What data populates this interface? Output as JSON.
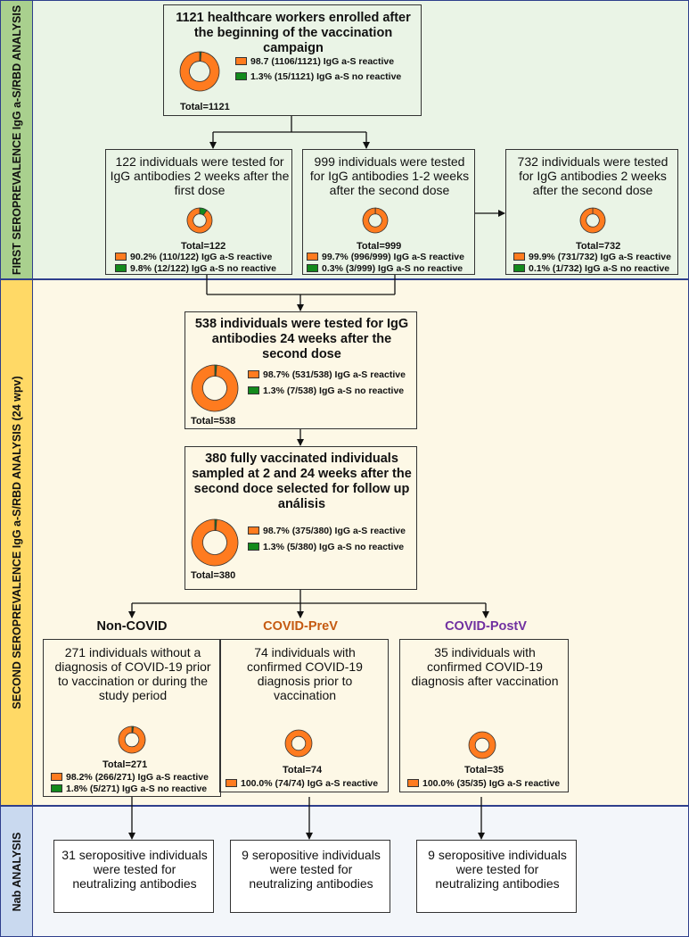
{
  "colors": {
    "reactive": "#ff7b1f",
    "no_reactive": "#138a1c",
    "band1": "#eaf4e6",
    "band2": "#fdf8e6",
    "band3": "#f3f6fa",
    "side1": "#a9d08e",
    "side2": "#ffd966",
    "side3": "#c9d9ef",
    "border": "#2f3f8c",
    "covid_prev": "#c55a11",
    "covid_postv": "#7030a0"
  },
  "sections": {
    "first": "FIRST SEROPREVALENCE IgG a-S/RBD ANALYSIS",
    "second": "SECOND SEROPREVALENCE IgG a-S/RBD ANALYSIS (24 wpv)",
    "nab": "Nab ANALYSIS"
  },
  "top": {
    "title": "1121 healthcare workers enrolled after the beginning of the vaccination campaign",
    "reactive_fraction": 0.987,
    "legend_reactive": "98.7 (1106/1121) IgG a-S reactive",
    "legend_no": "1.3%  (15/1121) IgG a-S no reactive",
    "total": "Total=1121"
  },
  "row1": [
    {
      "title": "122 individuals were tested for IgG antibodies 2 weeks after the first dose",
      "reactive_fraction": 0.902,
      "total": "Total=122",
      "legend_reactive": "90.2% (110/122) IgG a-S reactive",
      "legend_no": "9.8% (12/122) IgG a-S no reactive"
    },
    {
      "title": "999 individuals were tested for IgG antibodies 1-2 weeks after the second dose",
      "reactive_fraction": 0.997,
      "total": "Total=999",
      "legend_reactive": "99.7% (996/999) IgG a-S reactive",
      "legend_no": "0.3%  (3/999) IgG a-S no reactive"
    },
    {
      "title": "732 individuals were tested for IgG antibodies 2 weeks after the second dose",
      "reactive_fraction": 0.999,
      "total": "Total=732",
      "legend_reactive": "99.9%  (731/732) IgG a-S reactive",
      "legend_no": "0.1% (1/732) IgG a-S no reactive"
    }
  ],
  "mid1": {
    "title": "538 individuals were tested for IgG antibodies 24 weeks after the second dose",
    "reactive_fraction": 0.987,
    "legend_reactive": "98.7% (531/538) IgG a-S reactive",
    "legend_no": "1.3% (7/538) IgG a-S no reactive",
    "total": "Total=538"
  },
  "mid2": {
    "title": "380 fully vaccinated individuals sampled at 2 and 24 weeks after the second doce selected for follow up análisis",
    "reactive_fraction": 0.987,
    "legend_reactive": "98.7% (375/380) IgG a-S reactive",
    "legend_no": "1.3% (5/380) IgG a-S no reactive",
    "total": "Total=380"
  },
  "groups": [
    {
      "label": "Non-COVID",
      "title": "271 individuals without a diagnosis of COVID-19 prior to vaccination or during the study period",
      "reactive_fraction": 0.982,
      "total": "Total=271",
      "legend_reactive": "98.2% (266/271) IgG a-S reactive",
      "legend_no": "1.8% (5/271) IgG a-S no reactive"
    },
    {
      "label": "COVID-PreV",
      "title": "74 individuals with confirmed COVID-19 diagnosis prior to vaccination",
      "reactive_fraction": 1.0,
      "total": "Total=74",
      "legend_reactive": "100.0% (74/74) IgG a-S reactive",
      "legend_no": ""
    },
    {
      "label": "COVID-PostV",
      "title": "35 individuals with confirmed COVID-19 diagnosis after vaccination",
      "reactive_fraction": 1.0,
      "total": "Total=35",
      "legend_reactive": "100.0% (35/35) IgG a-S reactive",
      "legend_no": ""
    }
  ],
  "nab": [
    {
      "title": "31 seropositive individuals were tested for  neutralizing antibodies"
    },
    {
      "title": "9 seropositive individuals were tested for  neutralizing antibodies"
    },
    {
      "title": "9 seropositive individuals were tested for  neutralizing antibodies"
    }
  ]
}
